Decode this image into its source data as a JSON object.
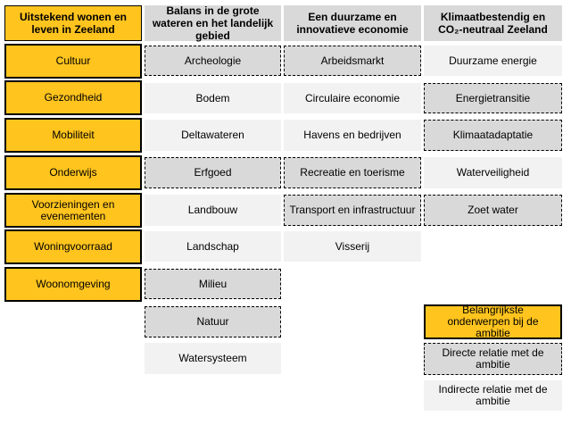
{
  "columns": [
    {
      "header": "Uitstekend wonen en leven in Zeeland",
      "items": [
        {
          "label": "Cultuur",
          "kind": "primary"
        },
        {
          "label": "Gezondheid",
          "kind": "primary"
        },
        {
          "label": "Mobiliteit",
          "kind": "primary"
        },
        {
          "label": "Onderwijs",
          "kind": "primary"
        },
        {
          "label": "Voorzieningen en evenementen",
          "kind": "primary"
        },
        {
          "label": "Woningvoorraad",
          "kind": "primary"
        },
        {
          "label": "Woonomgeving",
          "kind": "primary"
        }
      ]
    },
    {
      "header": "Balans in de grote wateren en het landelijk gebied",
      "items": [
        {
          "label": "Archeologie",
          "kind": "direct"
        },
        {
          "label": "Bodem",
          "kind": "indirect"
        },
        {
          "label": "Deltawateren",
          "kind": "indirect"
        },
        {
          "label": "Erfgoed",
          "kind": "direct"
        },
        {
          "label": "Landbouw",
          "kind": "indirect"
        },
        {
          "label": "Landschap",
          "kind": "indirect"
        },
        {
          "label": "Milieu",
          "kind": "direct"
        },
        {
          "label": "Natuur",
          "kind": "direct"
        },
        {
          "label": "Watersysteem",
          "kind": "indirect"
        }
      ]
    },
    {
      "header": "Een duurzame en innovatieve economie",
      "items": [
        {
          "label": "Arbeidsmarkt",
          "kind": "direct"
        },
        {
          "label": "Circulaire economie",
          "kind": "indirect"
        },
        {
          "label": "Havens en bedrijven",
          "kind": "indirect"
        },
        {
          "label": "Recreatie en toerisme",
          "kind": "direct"
        },
        {
          "label": "Transport en infrastructuur",
          "kind": "direct"
        },
        {
          "label": "Visserij",
          "kind": "indirect"
        }
      ]
    },
    {
      "header": "Klimaatbestendig en CO₂-neutraal Zeeland",
      "items": [
        {
          "label": "Duurzame energie",
          "kind": "indirect"
        },
        {
          "label": "Energietransitie",
          "kind": "direct"
        },
        {
          "label": "Klimaatadaptatie",
          "kind": "direct"
        },
        {
          "label": "Waterveiligheid",
          "kind": "indirect"
        },
        {
          "label": "Zoet water",
          "kind": "direct"
        }
      ]
    }
  ],
  "legend": {
    "primary": "Belangrijkste onderwerpen bij de ambitie",
    "direct": "Directe relatie met de ambitie",
    "indirect": "Indirecte relatie met de ambitie"
  },
  "colors": {
    "primary": "#FFC41E",
    "direct": "#D9D9D9",
    "indirect": "#F2F2F2",
    "border": "#000000"
  }
}
